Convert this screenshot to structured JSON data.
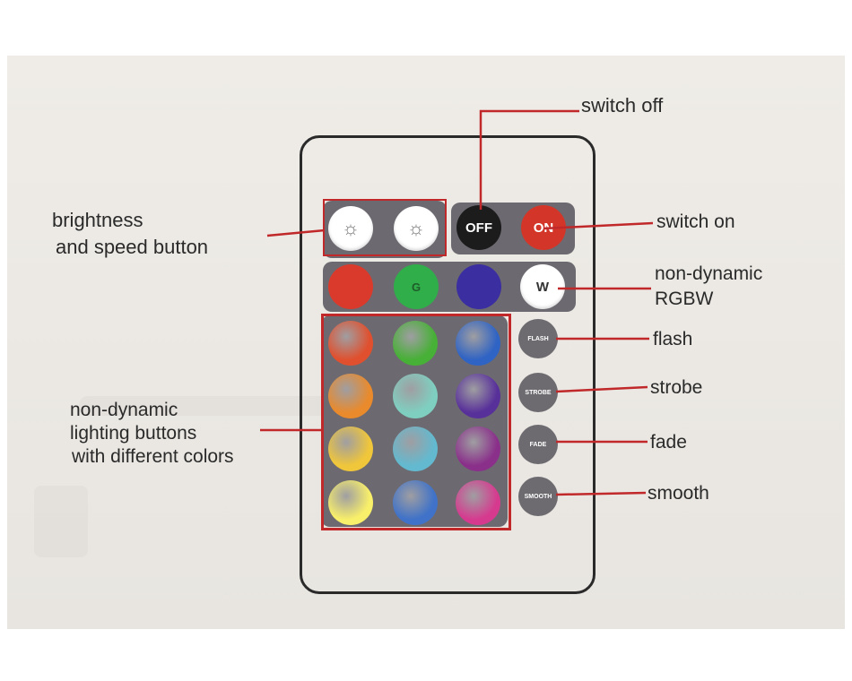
{
  "labels": {
    "switch_off": "switch off",
    "switch_on": "switch on",
    "brightness_line1": "brightness",
    "brightness_line2": "and speed button",
    "rgbw_line1": "non-dynamic",
    "rgbw_line2": "RGBW",
    "flash": "flash",
    "strobe": "strobe",
    "fade": "fade",
    "smooth": "smooth",
    "lighting_line1": "non-dynamic",
    "lighting_line2": "lighting buttons",
    "lighting_line3": "with different colors"
  },
  "buttons": {
    "off": "OFF",
    "on": "ON",
    "g": "G",
    "w": "W",
    "flash": "FLASH",
    "strobe": "STROBE",
    "fade": "FADE",
    "smooth": "SMOOTH"
  },
  "colors": {
    "off_button": "#1c1c1c",
    "on_button": "#d33628",
    "red_button": "#d93a2c",
    "green_button": "#2fae4a",
    "blue_button": "#3a2ea0",
    "leader_line": "#c0282a",
    "color_grid": [
      [
        "#e0502e",
        "#47b036",
        "#2f63c4"
      ],
      [
        "#e98a2c",
        "#7fcfc0",
        "#58309a"
      ],
      [
        "#f0c63a",
        "#63b9cf",
        "#8a2f8a"
      ],
      [
        "#f8ef6a",
        "#3f72c8",
        "#d63a8f"
      ]
    ]
  }
}
